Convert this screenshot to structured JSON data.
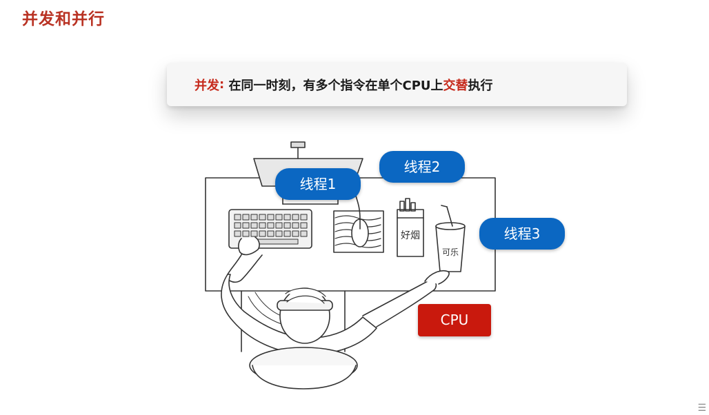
{
  "slide": {
    "title": "并发和并行"
  },
  "definition": {
    "term": "并发",
    "colon": ":",
    "text_before": "在同一时刻，有多个指令在单个CPU上",
    "highlight": "交替",
    "text_after": "执行"
  },
  "labels": {
    "thread1": "线程1",
    "thread2": "线程2",
    "thread3": "线程3",
    "cpu": "CPU"
  },
  "illustration_text": {
    "cigarette_box": "好烟",
    "cola_cup": "可乐"
  },
  "colors": {
    "title_red": "#b93223",
    "highlight_red": "#c62a1c",
    "thread_blue": "#0b67c2",
    "cpu_red": "#c9190d"
  }
}
